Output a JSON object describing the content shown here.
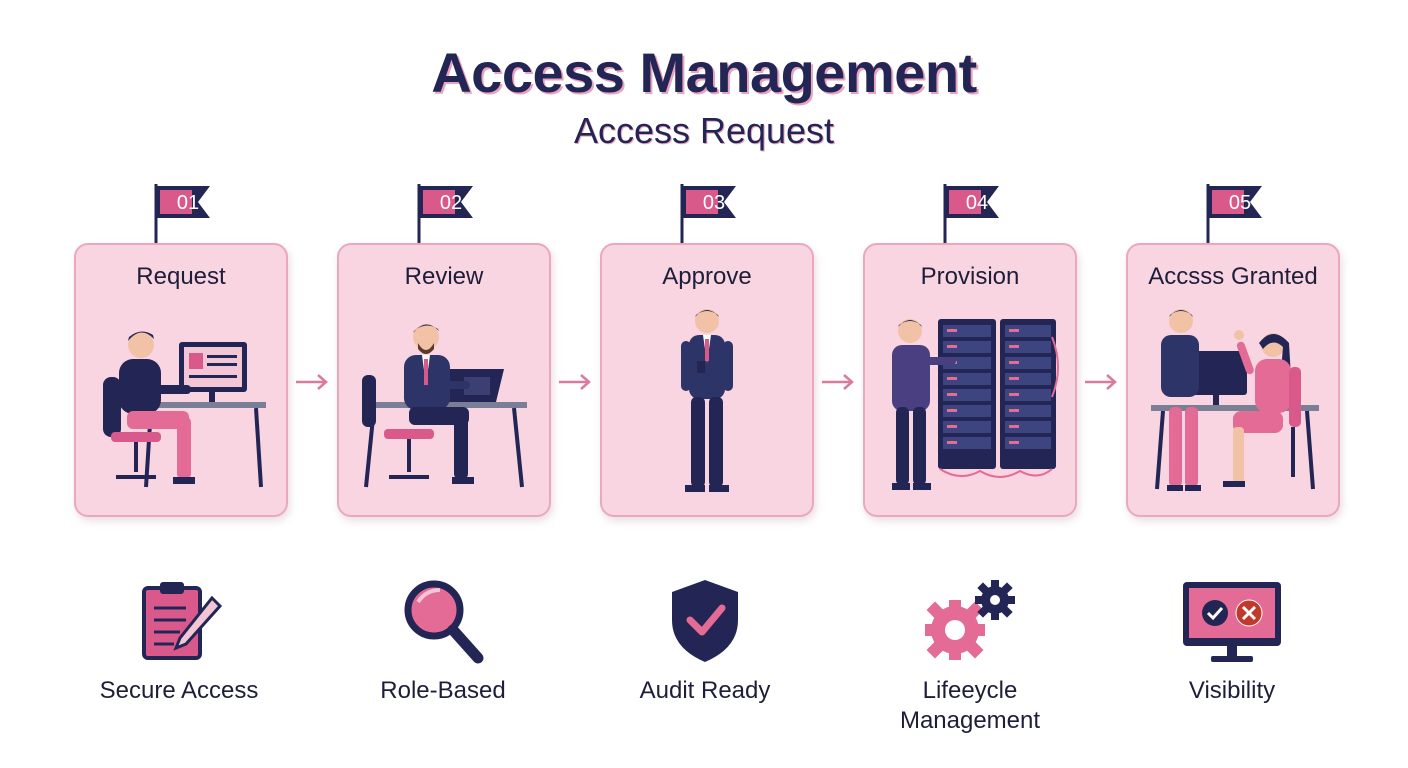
{
  "header": {
    "title": "Access Management",
    "subtitle": "Access Request"
  },
  "steps": [
    {
      "number": "01",
      "title": "Request",
      "icon": "person-at-computer-icon"
    },
    {
      "number": "02",
      "title": "Review",
      "icon": "manager-with-laptop-icon"
    },
    {
      "number": "03",
      "title": "Approve",
      "icon": "standing-approver-icon"
    },
    {
      "number": "04",
      "title": "Provision",
      "icon": "server-rack-icon"
    },
    {
      "number": "05",
      "title": "Accsss Granted",
      "icon": "collaborating-users-icon"
    }
  ],
  "features": [
    {
      "label": "Secure Access",
      "icon": "clipboard-pencil-icon"
    },
    {
      "label": "Role-Based",
      "icon": "magnifier-icon"
    },
    {
      "label": "Audit Ready",
      "icon": "shield-check-icon"
    },
    {
      "label": "Lifeeycle Management",
      "icon": "gears-icon"
    },
    {
      "label": "Visibility",
      "icon": "monitor-check-cross-icon"
    }
  ],
  "colors": {
    "navy": "#232655",
    "pink": "#d95a8a",
    "card_fill": "#f9d5e1",
    "card_border": "#e8a9c0",
    "arrow": "#d97a9e"
  }
}
